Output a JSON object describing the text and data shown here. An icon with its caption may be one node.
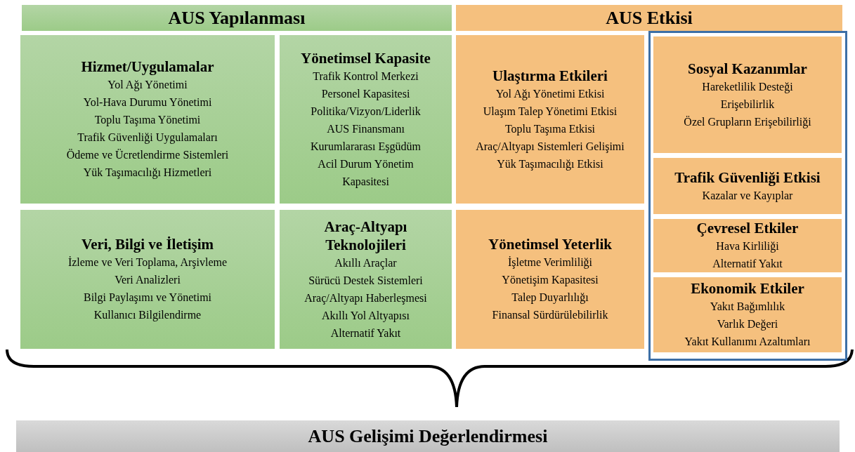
{
  "diagram": {
    "nodes": [
      {
        "text": [
          "AUS Yapılanması"
        ]
      },
      {
        "text": [
          "AUS Etkisi"
        ]
      },
      {
        "text": [
          "Hizmet/Uygulamalar",
          "Yol Ağı Yönetimi",
          "Yol-Hava Durumu Yönetimi",
          "Toplu Taşıma Yönetimi",
          "Trafik Güvenliği Uygulamaları",
          "Ödeme ve Ücretlendirme Sistemleri",
          "Yük Taşımacılığı Hizmetleri"
        ]
      },
      {
        "text": [
          "Yönetimsel Kapasite",
          "Trafik Kontrol Merkezi",
          "Personel Kapasitesi",
          "Politika/Vizyon/Liderlik",
          "AUS Finansmanı",
          "Kurumlararası Eşgüdüm",
          "Acil Durum Yönetim Kapasitesi"
        ]
      },
      {
        "text": [
          "Ulaştırma Etkileri",
          "Yol Ağı Yönetimi Etkisi",
          "Ulaşım Talep Yönetimi Etkisi",
          "Toplu Taşıma Etkisi",
          "Araç/Altyapı Sistemleri Gelişimi",
          "Yük Taşımacılığı Etkisi"
        ]
      },
      {
        "text": [],
        "shape": "box"
      },
      {
        "text": [
          "Sosyal Kazanımlar",
          "Hareketlilik Desteği",
          "Erişebilirlik",
          "Özel Grupların Erişebilirliği"
        ],
        "in": 5
      },
      {
        "text": [
          "Trafik Güvenliği Etkisi",
          "Kazalar ve Kayıplar"
        ],
        "in": 5
      },
      {
        "text": [
          "Veri, Bilgi ve İletişim",
          "İzleme ve Veri Toplama, Arşivleme",
          "Veri Analizleri",
          "Bilgi Paylaşımı ve Yönetimi",
          "Kullanıcı Bilgilendirme"
        ]
      },
      {
        "text": [
          "Araç-Altyapı Teknolojileri",
          "Akıllı Araçlar",
          "Sürücü Destek Sistemleri",
          "Araç/Altyapı Haberleşmesi",
          "Akıllı Yol Altyapısı",
          "Alternatif Yakıt"
        ]
      },
      {
        "text": [
          "Yönetimsel Yeterlik",
          "İşletme Verimliliği",
          "Yönetişim Kapasitesi",
          "Talep Duyarlılığı",
          "Finansal Sürdürülebilirlik"
        ]
      },
      {
        "text": [
          "Çevresel Etkiler",
          "Hava Kirliliği",
          "Alternatif Yakıt"
        ],
        "in": 5
      },
      {
        "text": [
          "Ekonomik Etkiler",
          "Yakıt Bağımlılık",
          "Varlık Değeri",
          "Yakıt Kullanımı Azaltımları"
        ],
        "in": 5
      },
      {
        "text": [
          "AUS Gelişimi Değerlendirmesi"
        ]
      }
    ]
  }
}
